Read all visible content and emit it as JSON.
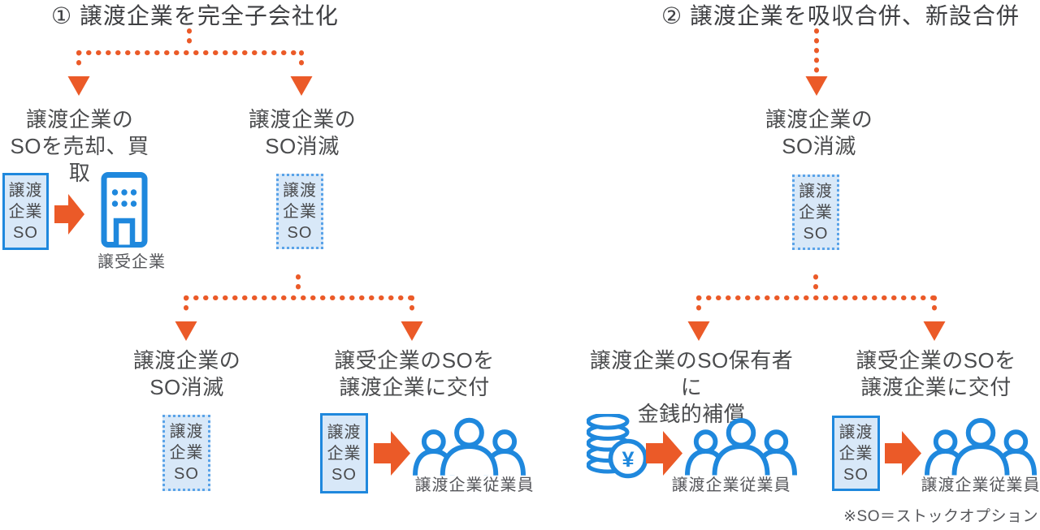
{
  "colors": {
    "accent_orange": "#eb5a28",
    "icon_blue": "#1f88dd",
    "dashed_border_blue": "#5aa3e8",
    "box_fill_blue": "#d8e8f8",
    "text_gray": "#4b4c4e"
  },
  "so_box": {
    "l1": "譲渡",
    "l2": "企業",
    "l3": "SO"
  },
  "yen_symbol": "¥",
  "footnote": "※SO＝ストックオプション",
  "section1": {
    "title": "① 譲渡企業を完全子会社化",
    "node_sell": {
      "l1": "譲渡企業の",
      "l2": "SOを売却、買取"
    },
    "node_extinguish": {
      "l1": "譲渡企業の",
      "l2": "SO消滅"
    },
    "acquirer_label": "譲受企業",
    "node_extinguish2": {
      "l1": "譲渡企業の",
      "l2": "SO消滅"
    },
    "node_grant": {
      "l1": "譲受企業のSOを",
      "l2": "譲渡企業に交付"
    },
    "employees_label": "譲渡企業従業員"
  },
  "section2": {
    "title": "② 譲渡企業を吸収合併、新設合併",
    "node_extinguish": {
      "l1": "譲渡企業の",
      "l2": "SO消滅"
    },
    "node_compensation": {
      "l1": "譲渡企業のSO保有者に",
      "l2": "金銭的補償"
    },
    "node_grant": {
      "l1": "譲受企業のSOを",
      "l2": "譲渡企業に交付"
    },
    "employees_left_label": "譲渡企業従業員",
    "employees_right_label": "譲渡企業従業員"
  }
}
